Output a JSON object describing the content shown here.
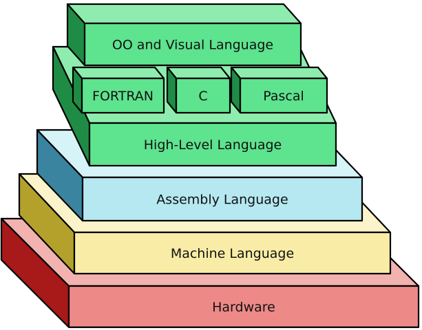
{
  "layers": [
    {
      "id": "hardware",
      "label": "Hardware",
      "colors": {
        "front": "#ED8A88",
        "top": "#F2B3B0",
        "side": "#A8191A"
      }
    },
    {
      "id": "machine",
      "label": "Machine Language",
      "colors": {
        "front": "#F9ECA6",
        "top": "#FBF3C9",
        "side": "#B3A12C"
      }
    },
    {
      "id": "assembly",
      "label": "Assembly Language",
      "colors": {
        "front": "#B5E8F1",
        "top": "#D6F3F8",
        "side": "#3A84A0"
      }
    },
    {
      "id": "high_level",
      "label": "High-Level Language",
      "colors": {
        "front": "#5EE38E",
        "top": "#8EEDAE",
        "side": "#1F8C45"
      }
    },
    {
      "id": "fortran",
      "label": "FORTRAN",
      "colors": {
        "front": "#5EE38E",
        "top": "#8EEDAE",
        "side": "#1F8C45"
      }
    },
    {
      "id": "c",
      "label": "C",
      "colors": {
        "front": "#5EE38E",
        "top": "#8EEDAE",
        "side": "#1F8C45"
      }
    },
    {
      "id": "pascal",
      "label": "Pascal",
      "colors": {
        "front": "#5EE38E",
        "top": "#8EEDAE",
        "side": "#1F8C45"
      }
    },
    {
      "id": "oo_visual",
      "label": "OO and Visual Language",
      "colors": {
        "front": "#5EE38E",
        "top": "#8EEDAE",
        "side": "#1F8C45"
      }
    }
  ]
}
